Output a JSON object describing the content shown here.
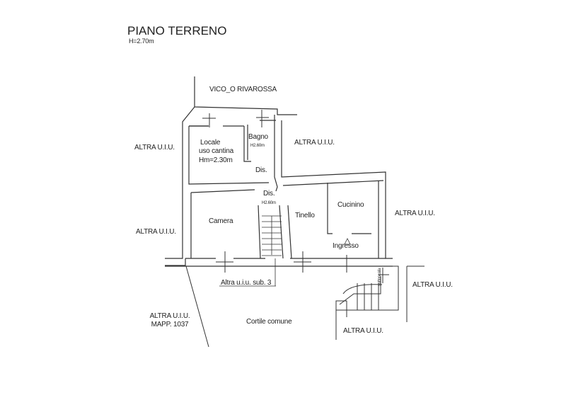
{
  "header": {
    "title": "PIANO TERRENO",
    "height": "H=2.70m"
  },
  "labels": {
    "street": "VICO_O RIVAROSSA",
    "altra_left_top": "ALTRA U.I.U.",
    "altra_left_mid": "ALTRA U.I.U.",
    "altra_top_right": "ALTRA U.I.U.",
    "altra_right": "ALTRA U.I.U.",
    "altra_far_right": "ALTRA U.I.U.",
    "altra_bottom_right": "ALTRA U.I.U.",
    "altra_mapp_1": "ALTRA U.I.U.",
    "altra_mapp_2": "MAPP. 1037",
    "altra_sub3": "Altra u.i.u. sub. 3",
    "cortile": "Cortile comune",
    "sottoscala": "sottoscala"
  },
  "rooms": {
    "locale_1": "Locale",
    "locale_2": "uso cantina",
    "locale_3": "Hm=2.30m",
    "bagno": "Bagno",
    "bagno_h": "H2.60m",
    "dis_upper": "Dis.",
    "dis_lower": "Dis.",
    "dis_h": "H2.60m",
    "camera": "Camera",
    "tinello": "Tinello",
    "cucinino": "Cucinino",
    "ingresso": "Ingresso"
  }
}
